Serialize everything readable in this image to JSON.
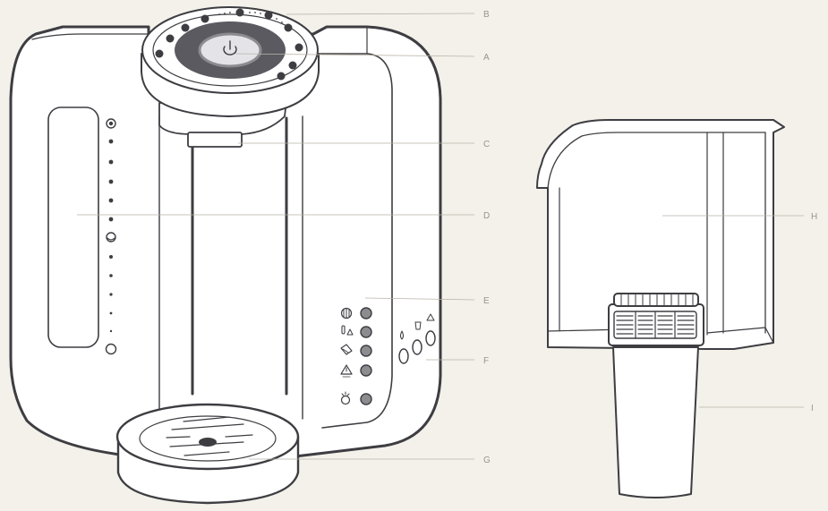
{
  "diagram": {
    "colors": {
      "background": "#f3f1ea",
      "outline": "#3d3d42",
      "button_fill": "#8c8c90",
      "dial_center": "#5a5a60",
      "leader": "#b9b3a8",
      "label": "#9a958c"
    },
    "callouts": [
      {
        "id": "A",
        "label": "A"
      },
      {
        "id": "B",
        "label": "B"
      },
      {
        "id": "C",
        "label": "C"
      },
      {
        "id": "D",
        "label": "D"
      },
      {
        "id": "E",
        "label": "E"
      },
      {
        "id": "F",
        "label": "F"
      },
      {
        "id": "G",
        "label": "G"
      },
      {
        "id": "H",
        "label": "H"
      },
      {
        "id": "I",
        "label": "I"
      }
    ],
    "icons": {
      "dial": "power-icon",
      "panel": [
        "heat-icon",
        "temperature-warning-icon",
        "descale-icon",
        "warning-icon",
        "filter-icon"
      ],
      "side": [
        "water-drop-icon",
        "cup-icon",
        "warning-icon"
      ]
    }
  }
}
